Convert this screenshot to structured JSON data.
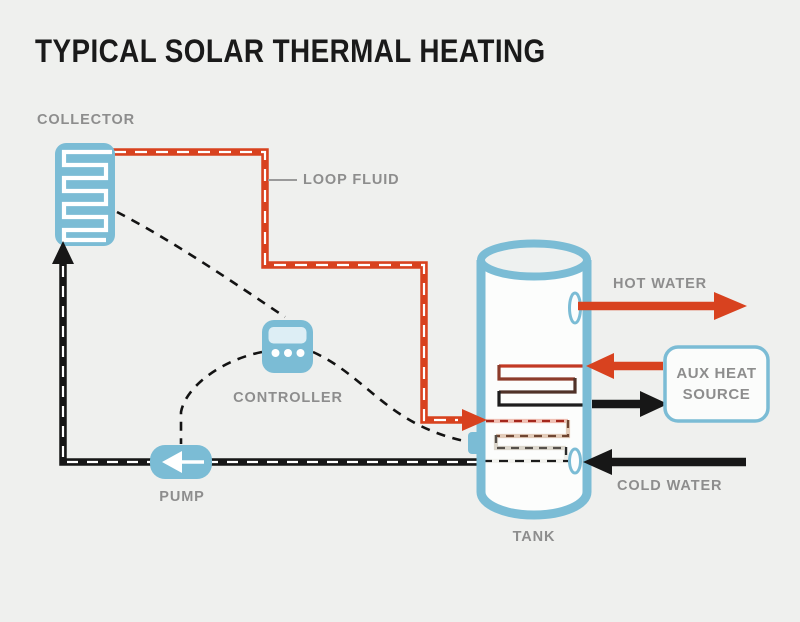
{
  "title": "TYPICAL SOLAR THERMAL HEATING",
  "labels": {
    "collector": "COLLECTOR",
    "loop_fluid": "LOOP FLUID",
    "controller": "CONTROLLER",
    "pump": "PUMP",
    "tank": "TANK",
    "hot_water": "HOT WATER",
    "cold_water": "COLD WATER",
    "aux_heat_line1": "AUX HEAT",
    "aux_heat_line2": "SOURCE"
  },
  "colors": {
    "background": "#eff0ee",
    "device_blue": "#7bbcd5",
    "screen_blue": "#ddeef5",
    "hot_pipe_red": "#d8421f",
    "return_pipe_black": "#171717",
    "label_gray": "#8d8d8d",
    "title_black": "#1a1a1a"
  },
  "diagram": {
    "type": "solar-thermal-system-schematic",
    "components": [
      "COLLECTOR",
      "CONTROLLER",
      "PUMP",
      "TANK",
      "AUX HEAT SOURCE"
    ],
    "flows": [
      {
        "name": "loop fluid (hot leg)",
        "style": "red pipe, white dashed centerline",
        "route": "collector to tank heat-exchanger coil"
      },
      {
        "name": "loop fluid (return leg)",
        "style": "black pipe, white dashed centerline",
        "route": "tank coil through pump back to collector"
      },
      {
        "name": "sensor wiring",
        "style": "thin black dashed curves",
        "route": "collector, pump and tank to controller"
      },
      {
        "name": "hot water out",
        "color": "red",
        "route": "tank upper port to the right"
      },
      {
        "name": "cold water in",
        "color": "black",
        "route": "from right into tank lower port"
      },
      {
        "name": "aux heat supply",
        "color": "red",
        "route": "aux heat source into tank upper coil"
      },
      {
        "name": "aux heat return",
        "color": "black",
        "route": "tank upper coil back to aux heat source"
      }
    ]
  }
}
